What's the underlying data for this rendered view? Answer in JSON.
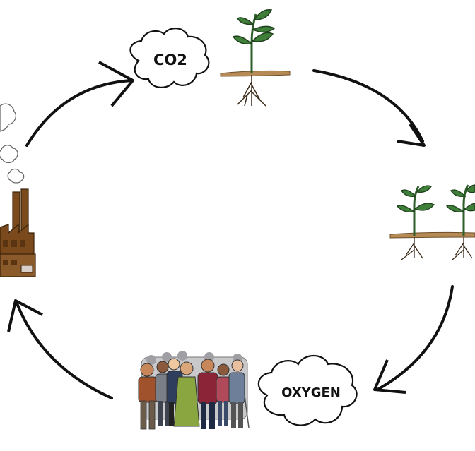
{
  "clouds": {
    "co2_label": "CO2",
    "oxygen_label": "OXYGEN"
  },
  "nodes": [
    {
      "id": "co2-cloud",
      "icon": "cloud-icon"
    },
    {
      "id": "single-plant",
      "icon": "plant-icon"
    },
    {
      "id": "plant-row",
      "icon": "plants-icon"
    },
    {
      "id": "oxygen-cloud",
      "icon": "cloud-icon"
    },
    {
      "id": "crowd-of-people",
      "icon": "people-icon"
    },
    {
      "id": "factory",
      "icon": "factory-icon"
    }
  ],
  "cycle_direction": "clockwise",
  "colors": {
    "stroke": "#111111",
    "leaf": "#3f7f3a",
    "soil": "#b58a55",
    "factory": "#7a4a1c",
    "factory_dark": "#5a3410"
  }
}
